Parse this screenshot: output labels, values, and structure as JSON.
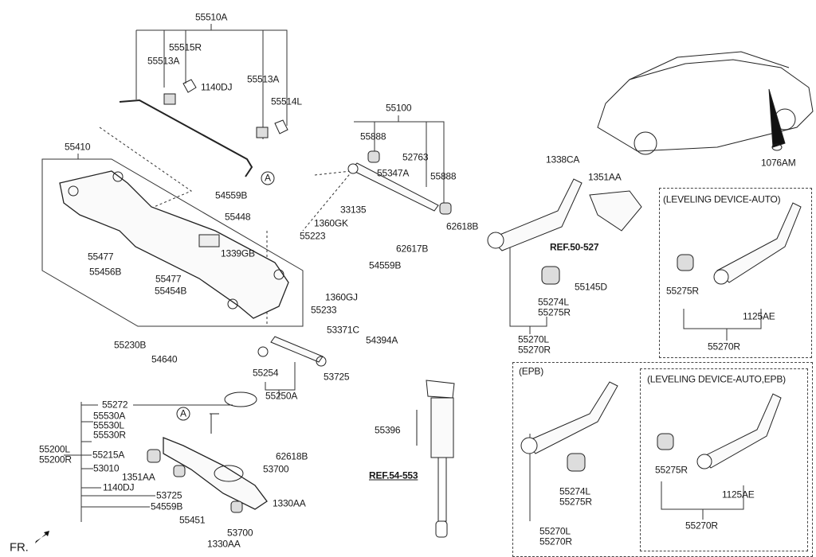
{
  "labels": [
    "55510A",
    "55515R",
    "55513A",
    "1140DJ",
    "55513A",
    "55514L",
    "55410",
    "54559B",
    "55448",
    "55477",
    "55456B",
    "55477",
    "55454B",
    "1339GB",
    "55100",
    "55888",
    "52763",
    "55347A",
    "55888",
    "33135",
    "1360GK",
    "55223",
    "62618B",
    "62617B",
    "54559B",
    "1360GJ",
    "55233",
    "55230B",
    "54640",
    "53371C",
    "54394A",
    "55254",
    "53725",
    "55250A",
    "55272",
    "55530A",
    "55530L",
    "55530R",
    "55200L",
    "55200R",
    "55215A",
    "53010",
    "1351AA",
    "1140DJ",
    "53725",
    "54559B",
    "62618B",
    "53700",
    "1330AA",
    "55451",
    "53700",
    "1330AA",
    "55396",
    "REF.54-553",
    "FR.",
    "1338CA",
    "1351AA",
    "REF.50-527",
    "55145D",
    "55274L",
    "55275R",
    "55270L",
    "55270R",
    "1076AM",
    "(LEVELING DEVICE-AUTO)",
    "55275R",
    "1125AE",
    "55270R",
    "(EPB)",
    "(LEVELING DEVICE-AUTO,EPB)",
    "55274L",
    "55275R",
    "55270L",
    "55270R",
    "55275R",
    "1125AE",
    "55270R"
  ],
  "connector_marker": "A",
  "icons": {
    "front_direction": "arrow-icon"
  }
}
